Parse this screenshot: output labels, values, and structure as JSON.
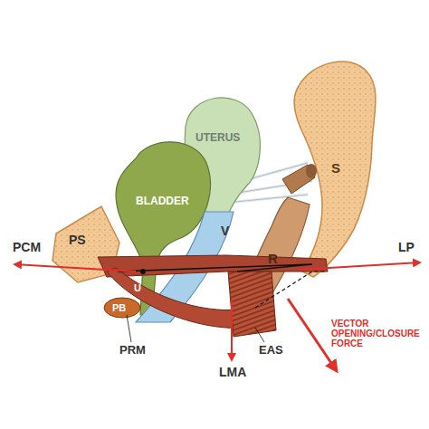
{
  "diagram": {
    "labels": [
      "S",
      "UTERUS",
      "BLADDER",
      "PS",
      "LP",
      "PCM",
      "V",
      "R",
      "U",
      "PB",
      "PRM",
      "EAS",
      "LMA",
      "VECTOR OPENING/CLOSURE FORCE"
    ]
  }
}
